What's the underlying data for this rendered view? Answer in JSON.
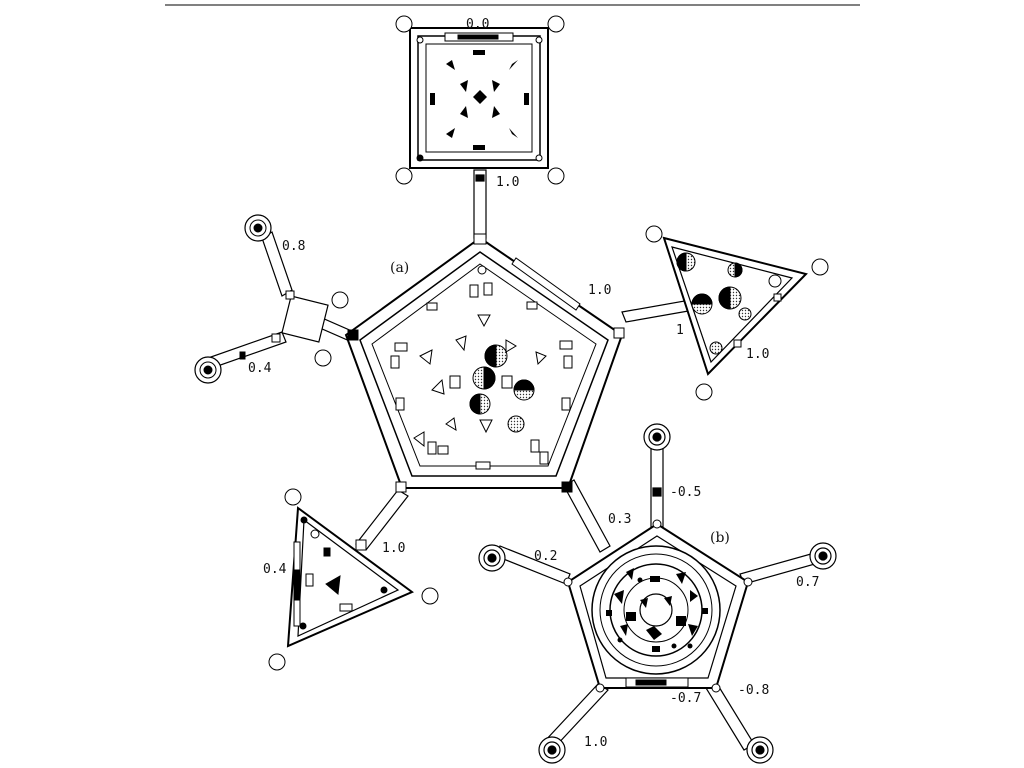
{
  "labels": {
    "panel_a": "(a)",
    "panel_b": "(b)"
  },
  "weights": {
    "square_top": "0.0",
    "top_link": "1.0",
    "left_upper": "0.8",
    "left_lower": "0.4",
    "right_link": "1.0",
    "right_mark": "1",
    "right_triangle": "1.0",
    "lower_left_link": "1.0",
    "lower_left_triangle": "0.4",
    "to_b": "0.3",
    "b_top": "-0.5",
    "b_left": "0.2",
    "b_right": "0.7",
    "b_bottom_right": "-0.8",
    "b_bottom": "-0.7",
    "b_bottom_left": "1.0"
  }
}
